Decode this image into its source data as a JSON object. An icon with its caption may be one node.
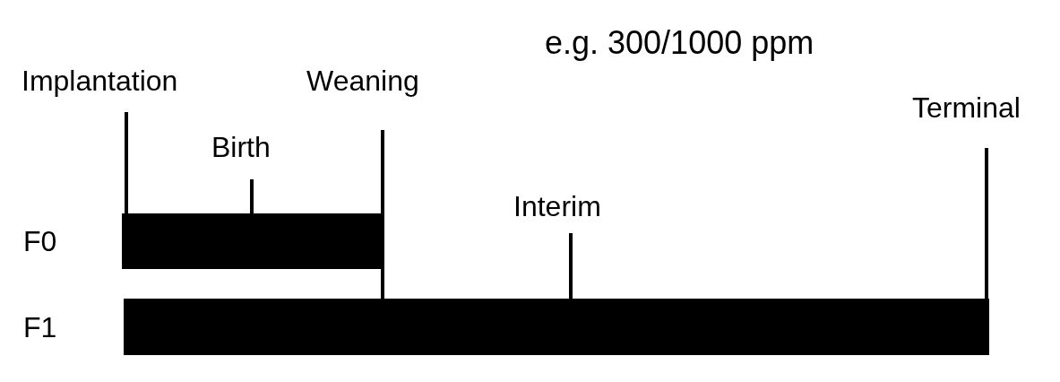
{
  "diagram": {
    "nodes": [
      {
        "text": [],
        "shape": "bar",
        "beside": [
          "F0"
        ]
      },
      {
        "text": [],
        "shape": "bar",
        "beside": [
          "F1"
        ]
      }
    ],
    "labels": [
      "e.g. 300/1000 ppm",
      "Implantation",
      "Weaning",
      "Terminal",
      "Birth",
      "Interim"
    ]
  }
}
